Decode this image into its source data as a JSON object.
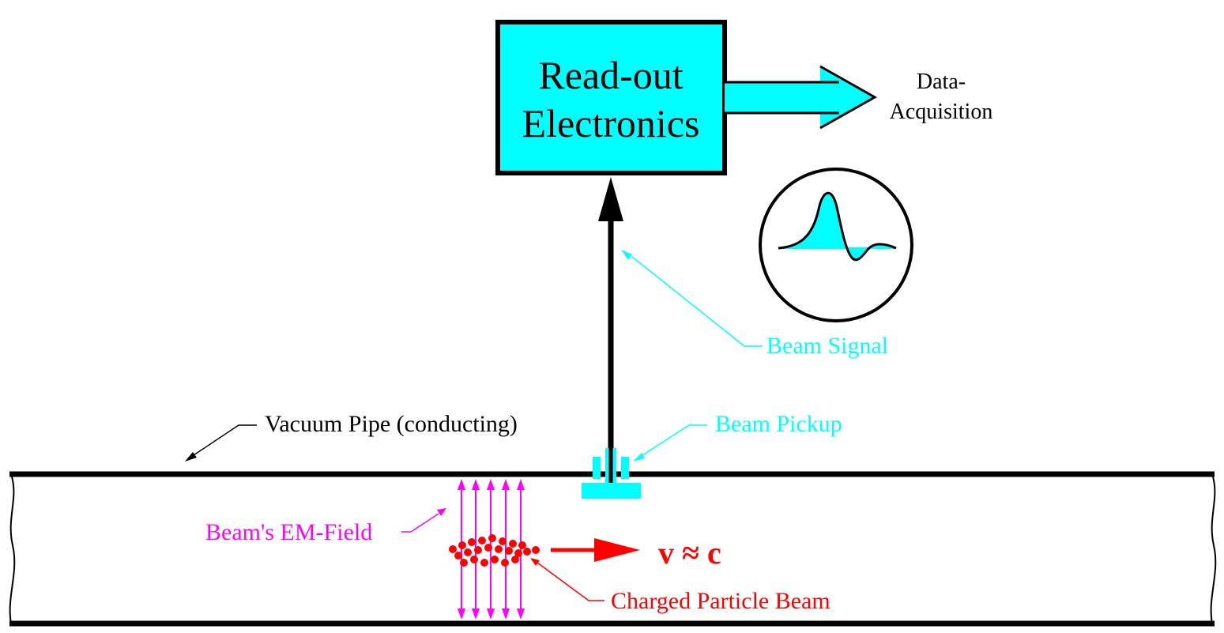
{
  "readout_box": {
    "line1": "Read-out",
    "line2": "Electronics"
  },
  "data_acquisition": {
    "line1": "Data-",
    "line2": "Acquisition"
  },
  "labels": {
    "beam_signal": "Beam Signal",
    "beam_pickup": "Beam Pickup",
    "vacuum_pipe": "Vacuum Pipe (conducting)",
    "em_field": "Beam's EM-Field",
    "particle_beam": "Charged Particle Beam",
    "velocity": "v ≈ c"
  },
  "colors": {
    "cyan": "#00ffff",
    "magenta": "#ff00ff",
    "red": "#ff0000",
    "black": "#000000"
  },
  "icons": {
    "signal_scope": "oscilloscope-circle-icon",
    "beam_direction": "right-arrow-icon",
    "signal_arrow": "up-arrow-icon",
    "output_arrow": "right-arrow-icon"
  }
}
